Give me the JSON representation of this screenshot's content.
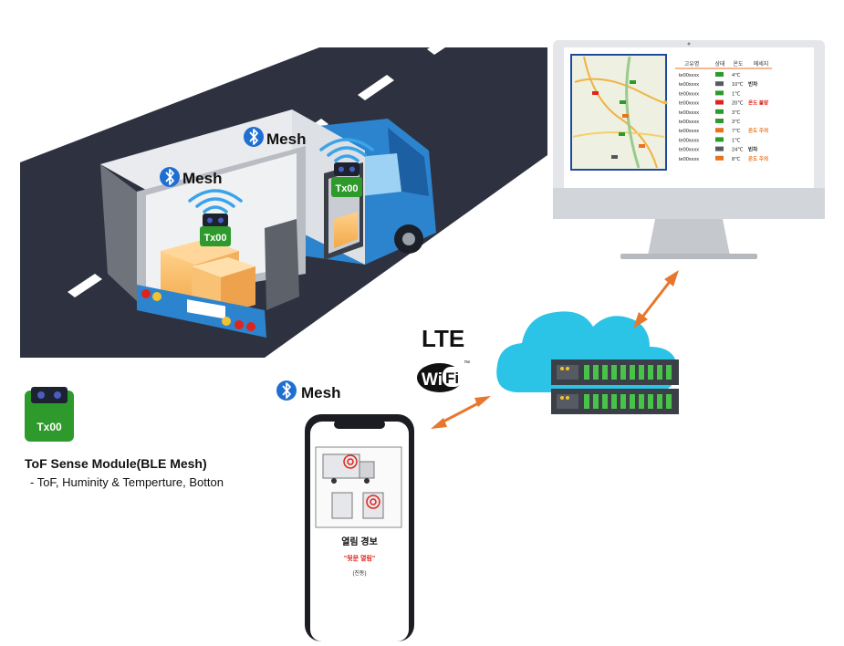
{
  "labels": {
    "mesh": "Mesh",
    "lte": "LTE",
    "wifi_left": "Wi",
    "wifi_right": "Fi",
    "tm": "™"
  },
  "sensors": {
    "tag": "Tx00"
  },
  "legend": {
    "title": "ToF Sense Module(BLE Mesh)",
    "description": " - ToF, Huminity & Temperture,  Botton"
  },
  "monitor_table": {
    "headers": [
      "고유명",
      "상태",
      "온도",
      "메세지"
    ],
    "rows": [
      {
        "id": "te00xxxx",
        "status": "green",
        "temp": "4℃",
        "msg": "",
        "msg_color": "#222222"
      },
      {
        "id": "te00xxxx",
        "status": "gray",
        "temp": "10℃",
        "msg": "빈차",
        "msg_color": "#222222"
      },
      {
        "id": "te00xxxx",
        "status": "green",
        "temp": "1℃",
        "msg": "",
        "msg_color": "#222222"
      },
      {
        "id": "te00xxxx",
        "status": "red",
        "temp": "20℃",
        "msg": "온도 불량",
        "msg_color": "#e0241b"
      },
      {
        "id": "te00xxxx",
        "status": "green",
        "temp": "3℃",
        "msg": "",
        "msg_color": "#222222"
      },
      {
        "id": "te00xxxx",
        "status": "green",
        "temp": "3℃",
        "msg": "",
        "msg_color": "#222222"
      },
      {
        "id": "te00xxxx",
        "status": "orange",
        "temp": "7℃",
        "msg": "온도 주의",
        "msg_color": "#e8721d"
      },
      {
        "id": "te00xxxx",
        "status": "green",
        "temp": "1℃",
        "msg": "",
        "msg_color": "#222222"
      },
      {
        "id": "te00xxxx",
        "status": "gray",
        "temp": "24℃",
        "msg": "빈차",
        "msg_color": "#222222"
      },
      {
        "id": "te00xxxx",
        "status": "orange",
        "temp": "8℃",
        "msg": "온도 주의",
        "msg_color": "#e8721d"
      }
    ]
  },
  "phone": {
    "alert_title": "열림 경보",
    "alert_subtitle": "\"뒷문 열림\"",
    "alert_note": "(진동)"
  },
  "colors": {
    "road": "#2e3240",
    "truck_blue": "#2c84cf",
    "sensor_green": "#2f9a2c",
    "bluetooth": "#1f6fd1",
    "signal": "#3aa4e8",
    "cloud": "#2bc3e6",
    "arrow": "#e8772e",
    "alert_red": "#e0241b",
    "warn_orange": "#e8721d"
  }
}
